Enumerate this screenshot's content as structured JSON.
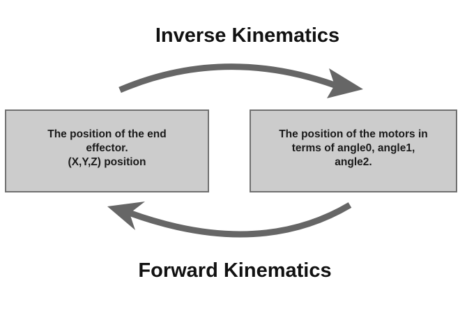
{
  "diagram": {
    "top_label": "Inverse Kinematics",
    "bottom_label": "Forward Kinematics",
    "left_box": {
      "lines": [
        "The position of the end",
        "effector.",
        "(X,Y,Z) position"
      ]
    },
    "right_box": {
      "lines": [
        "The position of the motors in",
        "terms of angle0, angle1,",
        "angle2."
      ]
    },
    "colors": {
      "arrow": "#666666",
      "box_fill": "#cccccc",
      "box_border": "#707070",
      "text": "#111111"
    },
    "arrows": [
      {
        "from": "left_box",
        "to": "right_box",
        "label": "top_label"
      },
      {
        "from": "right_box",
        "to": "left_box",
        "label": "bottom_label"
      }
    ]
  }
}
